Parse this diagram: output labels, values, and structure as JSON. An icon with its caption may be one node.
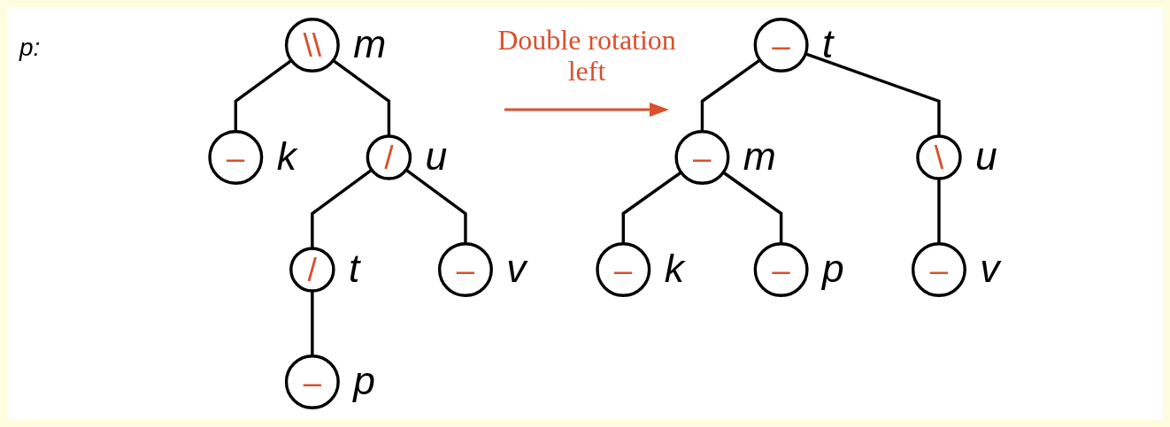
{
  "diagram": {
    "nodes": [
      {
        "text": [
          "\\\\"
        ],
        "beside": [
          "m"
        ]
      },
      {
        "text": [
          "–"
        ],
        "beside": [
          "k"
        ]
      },
      {
        "text": [
          "/"
        ],
        "beside": [
          "u"
        ]
      },
      {
        "text": [
          "/"
        ],
        "beside": [
          "t"
        ]
      },
      {
        "text": [
          "–"
        ],
        "beside": [
          "v"
        ]
      },
      {
        "text": [
          "–"
        ],
        "beside": [
          "p"
        ]
      },
      {
        "text": [
          "–"
        ],
        "beside": [
          "t"
        ]
      },
      {
        "text": [
          "–"
        ],
        "beside": [
          "m"
        ]
      },
      {
        "text": [
          "\\"
        ],
        "beside": [
          "u"
        ]
      },
      {
        "text": [
          "–"
        ],
        "beside": [
          "k"
        ]
      },
      {
        "text": [
          "–"
        ],
        "beside": [
          "p"
        ]
      },
      {
        "text": [
          "–"
        ],
        "beside": [
          "v"
        ]
      }
    ],
    "edges": [
      {
        "from": 0,
        "to": 1,
        "arrow": "none"
      },
      {
        "from": 0,
        "to": 2,
        "arrow": "none"
      },
      {
        "from": 2,
        "to": 3,
        "arrow": "none"
      },
      {
        "from": 2,
        "to": 4,
        "arrow": "none"
      },
      {
        "from": 3,
        "to": 5,
        "arrow": "none"
      },
      {
        "from": 6,
        "to": 7,
        "arrow": "none"
      },
      {
        "from": 6,
        "to": 8,
        "arrow": "none"
      },
      {
        "from": 7,
        "to": 9,
        "arrow": "none"
      },
      {
        "from": 7,
        "to": 10,
        "arrow": "none"
      },
      {
        "from": 8,
        "to": 11,
        "arrow": "none"
      }
    ],
    "labels": [
      "p:",
      "Double rotation left"
    ]
  }
}
